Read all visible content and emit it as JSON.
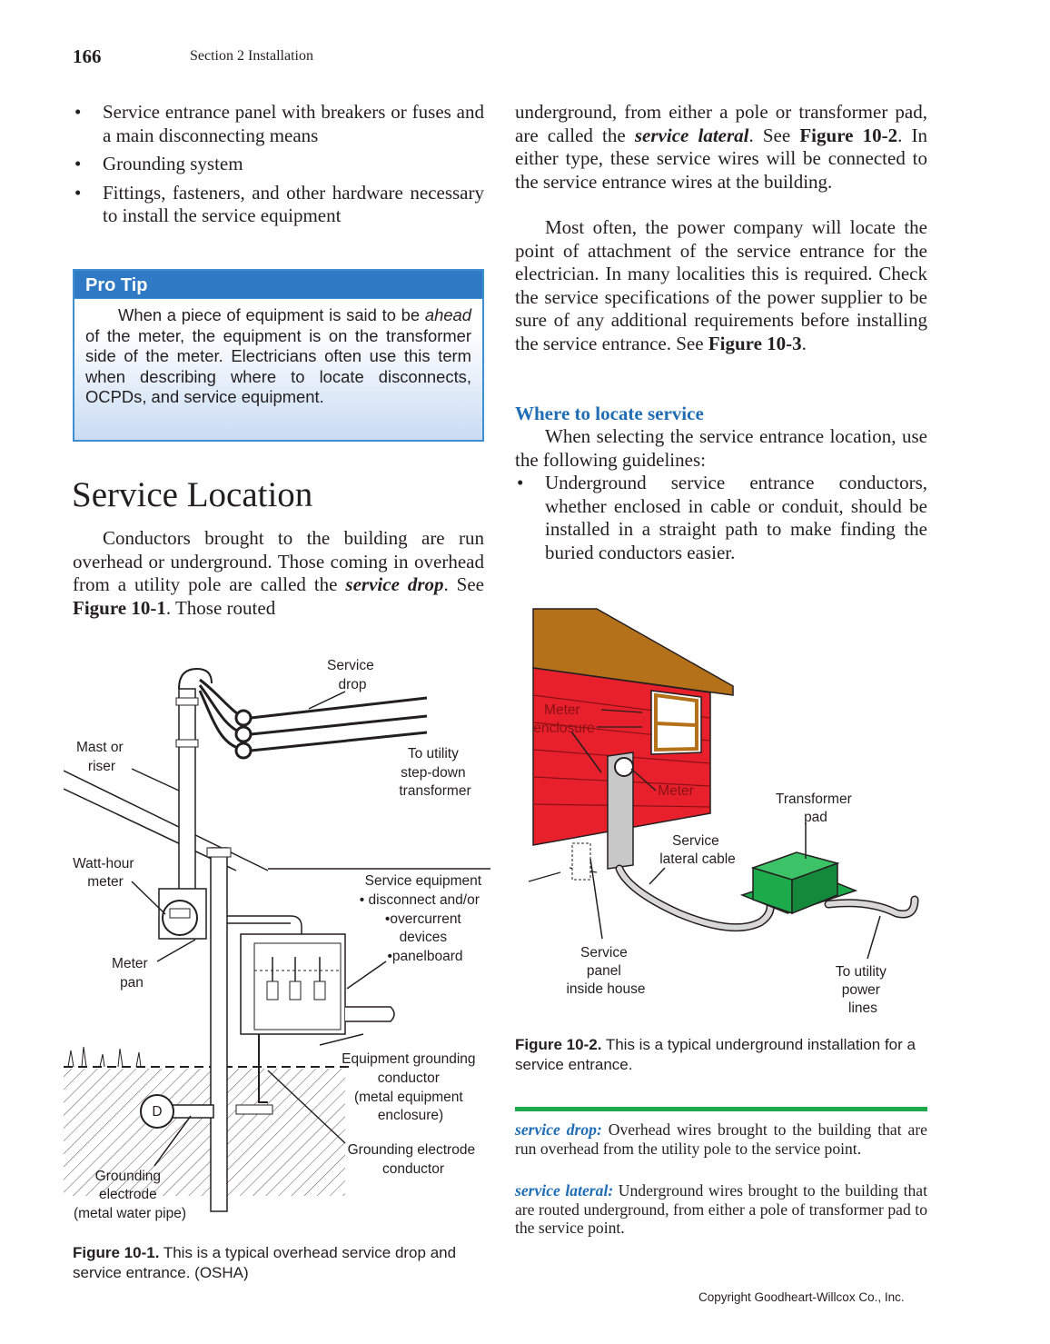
{
  "header": {
    "page_number": "166",
    "running_head": "Section 2   Installation"
  },
  "left_bullets": [
    "Service entrance panel with breakers or fuses and a main disconnecting means",
    "Grounding system",
    "Fittings, fasteners, and other hardware necessary to install the service equipment"
  ],
  "pro_tip": {
    "title": "Pro Tip",
    "text_before": "When a piece of equipment is said to be ",
    "term": "ahead",
    "text_after": " of the meter, the equipment is on the transformer side of the meter. Electricians often use this term when describing where to locate disconnects, OCPDs, and service equipment."
  },
  "service_location": {
    "heading": "Service Location",
    "para_1a": "Conductors brought to the building are run overhead or underground. Those coming in overhead from a utility pole are called the ",
    "term_drop": "service drop",
    "para_1b": ". See ",
    "fig_ref_1": "Figure 10-1",
    "para_1c": ". Those routed"
  },
  "right_column": {
    "para_cont_a": "underground, from either a pole or transformer pad, are called the ",
    "term_lateral": "service lateral",
    "para_cont_b": ". See ",
    "fig_ref_2": "Figure 10-2",
    "para_cont_c": ". In either type, these service wires will be connected to the service entrance wires at the building.",
    "para_2a": "Most often, the power company will locate the point of attachment of the service entrance for the electrician. In many localities this is required. Check the service specifications of the power supplier to be sure of any additional requirements before installing the service entrance. See ",
    "fig_ref_3": "Figure 10-3",
    "para_2b": ".",
    "where_heading": "Where to locate service",
    "where_para": "When selecting the service entrance location, use the following guidelines:",
    "where_bullet": "Underground service entrance conductors, whether enclosed in cable or conduit, should be installed in a straight path to make finding the buried conductors easier."
  },
  "figure_1": {
    "labels": {
      "service_drop": [
        "Service",
        "drop"
      ],
      "mast": [
        "Mast or",
        "riser"
      ],
      "utility": [
        "To utility",
        "step-down",
        "transformer"
      ],
      "watthour": [
        "Watt-hour",
        "meter"
      ],
      "service_equipment": [
        "Service equipment",
        "• disconnect and/or",
        "•overcurrent",
        "devices",
        "•panelboard"
      ],
      "meter_pan": [
        "Meter",
        "pan"
      ],
      "egc": [
        "Equipment grounding",
        "conductor",
        "(metal equipment",
        "enclosure)"
      ],
      "gec": [
        "Grounding electrode",
        "conductor"
      ],
      "electrode": [
        "Grounding",
        "electrode",
        "(metal water pipe)"
      ],
      "pipe_letter": "D"
    },
    "caption_label": "Figure 10-1.",
    "caption_text": " This is a typical overhead service drop and service entrance. (OSHA)"
  },
  "figure_2": {
    "labels": {
      "meter_enclosure": [
        "Meter",
        "enclosure"
      ],
      "meter": "Meter",
      "transformer_pad": [
        "Transformer",
        "pad"
      ],
      "lateral": [
        "Service",
        "lateral cable"
      ],
      "panel": [
        "Service",
        "panel",
        "inside house"
      ],
      "utility_lines": [
        "To utility",
        "power",
        "lines"
      ]
    },
    "caption_label": "Figure 10-2.",
    "caption_text": " This is a typical underground installation for a service entrance.",
    "colors": {
      "roof": "#b5711a",
      "wall": "#e8202c",
      "transformer": "#1daa4a"
    }
  },
  "glossary": [
    {
      "term": "service drop:",
      "definition": " Overhead wires brought to the building that are run overhead from the utility pole to the service point."
    },
    {
      "term": "service lateral:",
      "definition": " Underground wires brought to the building that are routed underground, from either a pole of transformer pad to the service point."
    }
  ],
  "footer": {
    "copyright": "Copyright Goodheart-Willcox Co., Inc."
  }
}
